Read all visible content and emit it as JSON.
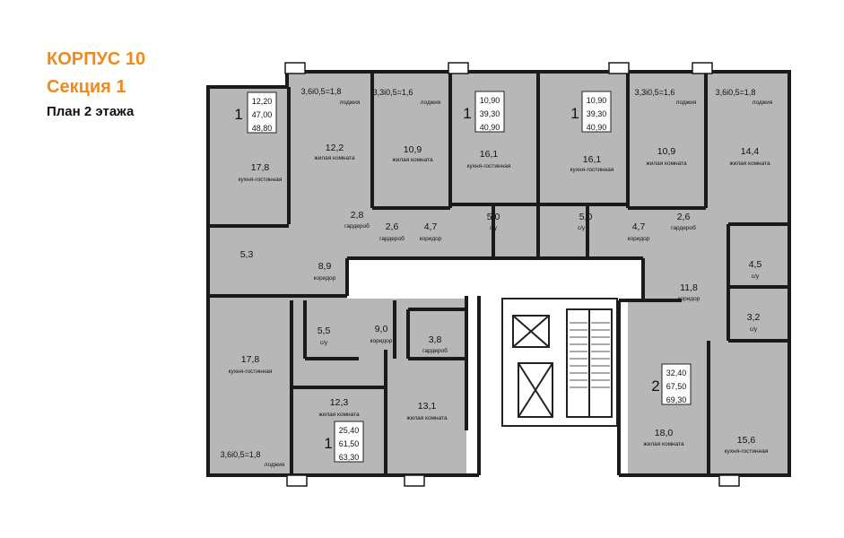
{
  "header": {
    "title": "КОРПУС 10",
    "section": "Секция 1",
    "plan": "План 2 этажа"
  },
  "labels": {
    "living": "жилая комната",
    "kitchen": "кухня-гостинная",
    "corridor": "коридор",
    "wardrobe": "гардероб",
    "bath": "с/у",
    "loggia": "лоджия"
  },
  "apartments": [
    {
      "rooms": "1",
      "living": "12,20",
      "total": "47,00",
      "with_loggia": "48,80"
    },
    {
      "rooms": "1",
      "living": "10,90",
      "total": "39,30",
      "with_loggia": "40,90"
    },
    {
      "rooms": "1",
      "living": "10,90",
      "total": "39,30",
      "with_loggia": "40,90"
    },
    {
      "rooms": "2",
      "living": "32,40",
      "total": "67,50",
      "with_loggia": "69,30"
    },
    {
      "rooms": "1",
      "living": "25,40",
      "total": "61,50",
      "with_loggia": "63,30"
    }
  ],
  "loggias": [
    "3,6і0,5=1,8",
    "3,3і0,5=1,6",
    "3,3і0,5=1,6",
    "3,6і0,5=1,8",
    "3,6і0,5=1,8"
  ],
  "rooms": [
    {
      "area": "17,8",
      "type": "кухня-гостинная"
    },
    {
      "area": "12,2",
      "type": "жилая комната"
    },
    {
      "area": "2,8",
      "type": "гардероб"
    },
    {
      "area": "5,3",
      "type": ""
    },
    {
      "area": "8,9",
      "type": "коридор"
    },
    {
      "area": "10,9",
      "type": "жилая комната"
    },
    {
      "area": "2,6",
      "type": "гардероб"
    },
    {
      "area": "4,7",
      "type": "коридор"
    },
    {
      "area": "16,1",
      "type": "кухня-гостинная"
    },
    {
      "area": "5,0",
      "type": "с/у"
    },
    {
      "area": "16,1",
      "type": "кухня-гостинная"
    },
    {
      "area": "5,0",
      "type": "с/у"
    },
    {
      "area": "10,9",
      "type": "жилая комната"
    },
    {
      "area": "4,7",
      "type": "коридор"
    },
    {
      "area": "2,6",
      "type": "гардероб"
    },
    {
      "area": "14,4",
      "type": "жилая комната"
    },
    {
      "area": "4,5",
      "type": "с/у"
    },
    {
      "area": "11,8",
      "type": "коридор"
    },
    {
      "area": "3,2",
      "type": "с/у"
    },
    {
      "area": "18,0",
      "type": "жилая комната"
    },
    {
      "area": "15,6",
      "type": "кухня-гостинная"
    },
    {
      "area": "17,8",
      "type": "кухня-гостинная"
    },
    {
      "area": "5,5",
      "type": "с/у"
    },
    {
      "area": "9,0",
      "type": "коридор"
    },
    {
      "area": "3,8",
      "type": "гардероб"
    },
    {
      "area": "12,3",
      "type": "жилая комната"
    },
    {
      "area": "13,1",
      "type": "жилая комната"
    }
  ]
}
